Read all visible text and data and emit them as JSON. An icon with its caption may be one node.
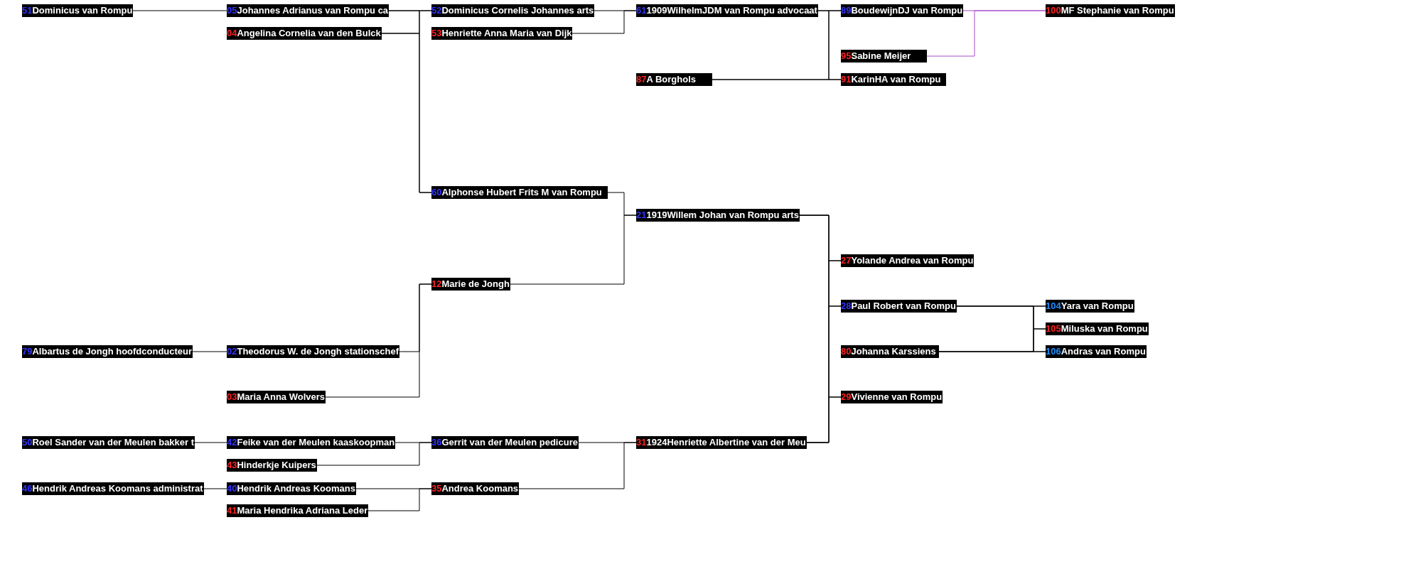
{
  "diagram": {
    "nodes": [
      {
        "text": [
          "51",
          "Dominicus van Rompu"
        ]
      },
      {
        "text": [
          "05",
          "Johannes Adrianus van Rompu ca"
        ]
      },
      {
        "text": [
          "52",
          "Dominicus Cornelis Johannes arts"
        ]
      },
      {
        "text": [
          "61",
          "1909WilhelmJDM van Rompu advocaat"
        ]
      },
      {
        "text": [
          "89",
          "BoudewijnDJ van Rompu"
        ]
      },
      {
        "text": [
          "100",
          "MF Stephanie van Rompu"
        ]
      },
      {
        "text": [
          "04",
          "Angelina Cornelia van den Bulck"
        ]
      },
      {
        "text": [
          "53",
          "Henriette Anna Maria van Dijk"
        ]
      },
      {
        "text": [
          "95",
          "Sabine Meijer"
        ]
      },
      {
        "text": [
          "87",
          "A Borghols"
        ]
      },
      {
        "text": [
          "91",
          "KarinHA van Rompu"
        ]
      },
      {
        "text": [
          "60",
          "Alphonse Hubert Frits M van Rompu"
        ]
      },
      {
        "text": [
          "21",
          "1919Willem Johan van Rompu arts"
        ]
      },
      {
        "text": [
          "27",
          "Yolande Andrea van Rompu"
        ]
      },
      {
        "text": [
          "12",
          "Marie de Jongh"
        ]
      },
      {
        "text": [
          "28",
          "Paul Robert van Rompu"
        ]
      },
      {
        "text": [
          "104",
          "Yara van Rompu"
        ]
      },
      {
        "text": [
          "105",
          "Miluska van Rompu"
        ]
      },
      {
        "text": [
          "79",
          "Albartus de Jongh hoofdconducteur"
        ]
      },
      {
        "text": [
          "02",
          "Theodorus W. de Jongh stationschef"
        ]
      },
      {
        "text": [
          "80",
          "Johanna Karssiens"
        ]
      },
      {
        "text": [
          "106",
          "Andras van Rompu"
        ]
      },
      {
        "text": [
          "03",
          "Maria Anna Wolvers"
        ]
      },
      {
        "text": [
          "29",
          "Vivienne van Rompu"
        ]
      },
      {
        "text": [
          "50",
          "Roel Sander van der Meulen bakker t"
        ]
      },
      {
        "text": [
          "42",
          "Feike van der Meulen kaaskoopman"
        ]
      },
      {
        "text": [
          "36",
          "Gerrit van der Meulen pedicure"
        ]
      },
      {
        "text": [
          "31",
          "1924Henriette Albertine van der Meu"
        ]
      },
      {
        "text": [
          "43",
          "Hinderkje Kuipers"
        ]
      },
      {
        "text": [
          "46",
          "Hendrik Andreas Koomans administrat"
        ]
      },
      {
        "text": [
          "40",
          "Hendrik Andreas Koomans"
        ]
      },
      {
        "text": [
          "35",
          "Andrea Koomans"
        ]
      },
      {
        "text": [
          "41",
          "Maria Hendrika Adriana Leder"
        ]
      }
    ],
    "edges": [
      {
        "from": 0,
        "to": 1,
        "arrow": "none"
      },
      {
        "from": 1,
        "to": 2,
        "arrow": "none"
      },
      {
        "from": 6,
        "to": 2,
        "arrow": "none"
      },
      {
        "from": 1,
        "to": 11,
        "arrow": "none"
      },
      {
        "from": 6,
        "to": 11,
        "arrow": "none"
      },
      {
        "from": 2,
        "to": 3,
        "arrow": "none"
      },
      {
        "from": 7,
        "to": 3,
        "arrow": "none"
      },
      {
        "from": 3,
        "to": 4,
        "arrow": "none"
      },
      {
        "from": 9,
        "to": 4,
        "arrow": "none"
      },
      {
        "from": 3,
        "to": 10,
        "arrow": "none"
      },
      {
        "from": 9,
        "to": 10,
        "arrow": "none"
      },
      {
        "from": 4,
        "to": 5,
        "arrow": "none",
        "color": "#a64ac9"
      },
      {
        "from": 8,
        "to": 5,
        "arrow": "none",
        "color": "#a64ac9"
      },
      {
        "from": 11,
        "to": 12,
        "arrow": "none"
      },
      {
        "from": 14,
        "to": 12,
        "arrow": "none"
      },
      {
        "from": 19,
        "to": 14,
        "arrow": "none"
      },
      {
        "from": 22,
        "to": 14,
        "arrow": "none"
      },
      {
        "from": 18,
        "to": 19,
        "arrow": "none"
      },
      {
        "from": 12,
        "to": 13,
        "arrow": "none"
      },
      {
        "from": 12,
        "to": 15,
        "arrow": "none"
      },
      {
        "from": 12,
        "to": 23,
        "arrow": "none"
      },
      {
        "from": 27,
        "to": 13,
        "arrow": "none"
      },
      {
        "from": 27,
        "to": 15,
        "arrow": "none"
      },
      {
        "from": 27,
        "to": 23,
        "arrow": "none"
      },
      {
        "from": 15,
        "to": 16,
        "arrow": "none"
      },
      {
        "from": 15,
        "to": 17,
        "arrow": "none"
      },
      {
        "from": 15,
        "to": 21,
        "arrow": "none"
      },
      {
        "from": 20,
        "to": 16,
        "arrow": "none"
      },
      {
        "from": 20,
        "to": 17,
        "arrow": "none"
      },
      {
        "from": 20,
        "to": 21,
        "arrow": "none"
      },
      {
        "from": 24,
        "to": 25,
        "arrow": "none"
      },
      {
        "from": 25,
        "to": 26,
        "arrow": "none"
      },
      {
        "from": 28,
        "to": 26,
        "arrow": "none"
      },
      {
        "from": 29,
        "to": 30,
        "arrow": "none"
      },
      {
        "from": 30,
        "to": 31,
        "arrow": "none"
      },
      {
        "from": 32,
        "to": 31,
        "arrow": "none"
      },
      {
        "from": 26,
        "to": 27,
        "arrow": "none"
      },
      {
        "from": 31,
        "to": 27,
        "arrow": "none"
      }
    ]
  }
}
